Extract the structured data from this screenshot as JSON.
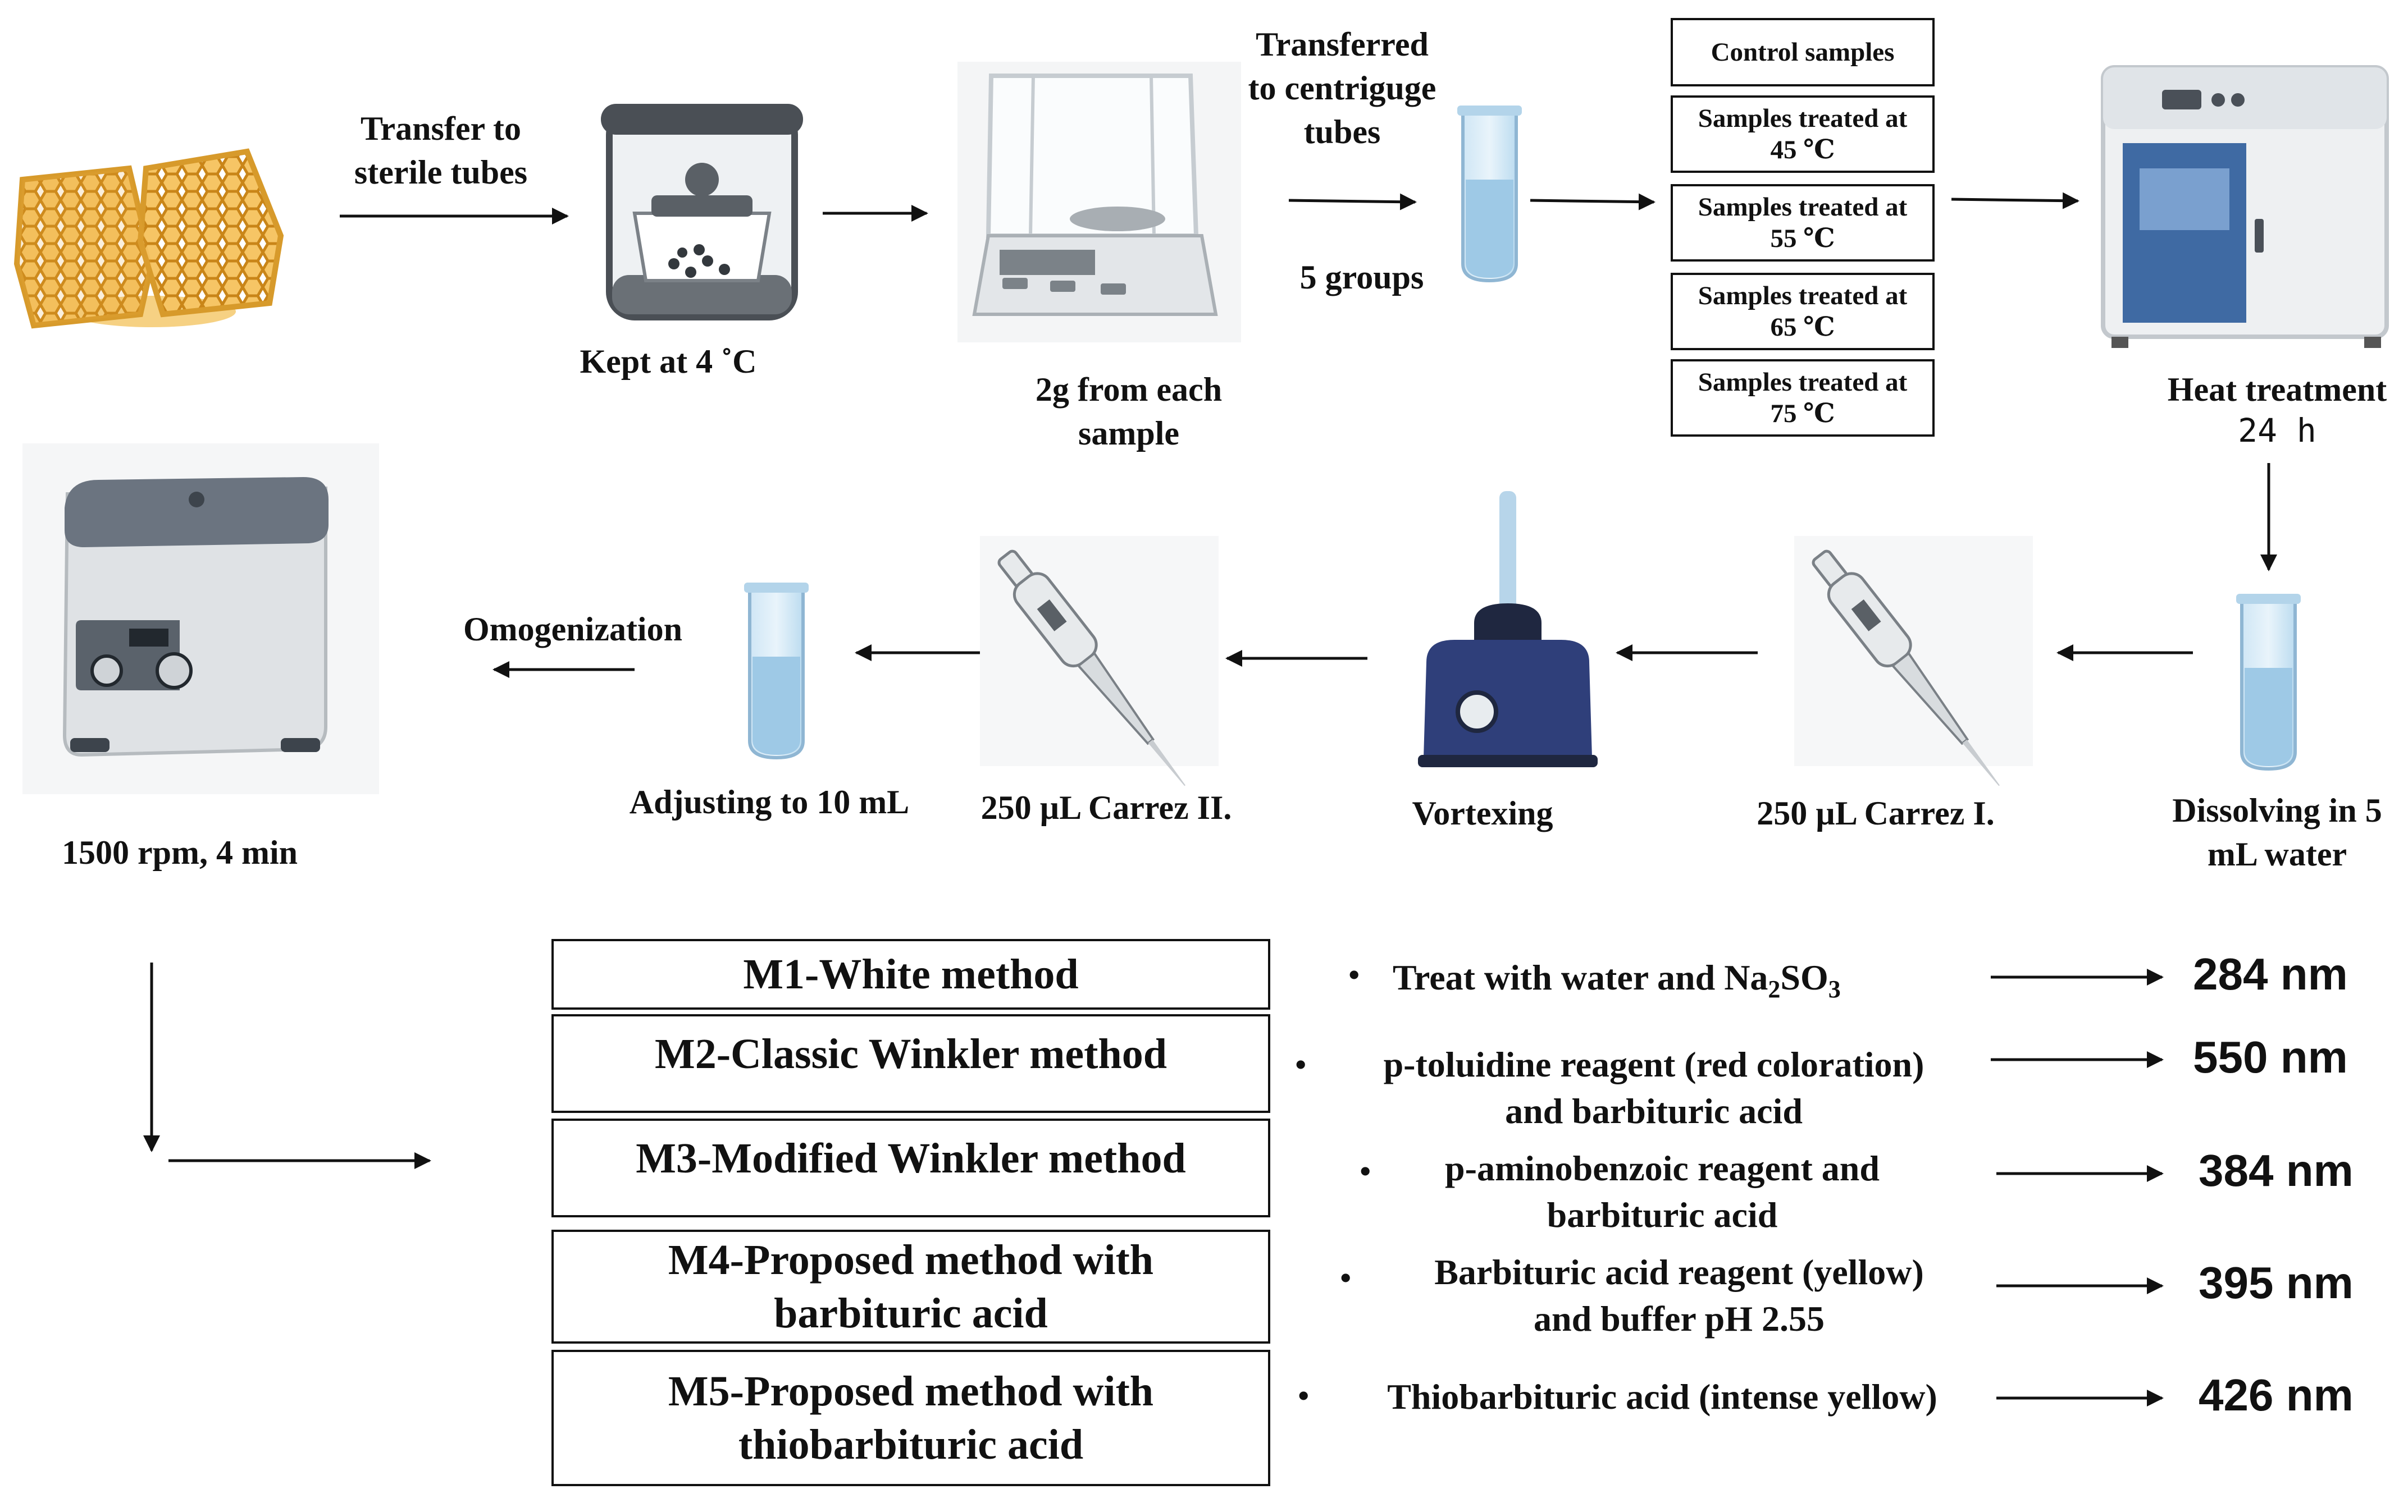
{
  "top_row": {
    "transfer_label": "Transfer to\nsterile tubes",
    "kept_label": "Kept at 4 ˚C",
    "weigh_label": "2g from each\nsample",
    "centrifuge_label": "Transferred\nto centriguge\ntubes",
    "groups_label": "5 groups",
    "heat_label": "Heat treatment",
    "heat_time": "24  h"
  },
  "sample_groups": [
    "Control samples",
    "Samples treated at\n45 ℃",
    "Samples treated at\n55 ℃",
    "Samples treated at\n65 ℃",
    "Samples treated at\n75 ℃"
  ],
  "middle_row": {
    "dissolve_label": "Dissolving in 5\nmL water",
    "carrez1_label": "250 µL Carrez I.",
    "vortex_label": "Vortexing",
    "carrez2_label": "250 µL Carrez II.",
    "adjust_label": "Adjusting to 10 mL",
    "omogenization_label": "Omogenization",
    "centrifuge_setting": "1500 rpm, 4 min"
  },
  "methods": [
    {
      "name": "M1-White method",
      "step_pre": "Treat with water and Na",
      "sub1": "2",
      "mid": "SO",
      "sub2": "3",
      "wavelength": "284 nm"
    },
    {
      "name": "M2-Classic Winkler method",
      "step": "p-toluidine reagent (red coloration)\nand barbituric acid",
      "wavelength": "550 nm"
    },
    {
      "name": "M3-Modified Winkler method",
      "step": "p-aminobenzoic reagent and\nbarbituric acid",
      "wavelength": "384 nm"
    },
    {
      "name": "M4-Proposed method with\nbarbituric acid",
      "step": "Barbituric acid reagent (yellow)\nand buffer pH 2.55",
      "wavelength": "395 nm"
    },
    {
      "name": "M5-Proposed method with\nthiobarbituric acid",
      "step": "Thiobarbituric acid (intense yellow)",
      "wavelength": "426 nm"
    }
  ],
  "colors": {
    "honeycomb": "#e9a93a",
    "tube_liquid": "#9ec9e6",
    "incubator_door": "#3f6aa3",
    "vortex_body": "#2f3f7a",
    "centrifuge_lid": "#6b7480"
  },
  "icons": [
    "honeycomb-icon",
    "sterile-jar-icon",
    "balance-icon",
    "test-tube-icon",
    "incubator-icon",
    "pipette-icon",
    "vortex-mixer-icon",
    "centrifuge-icon"
  ]
}
